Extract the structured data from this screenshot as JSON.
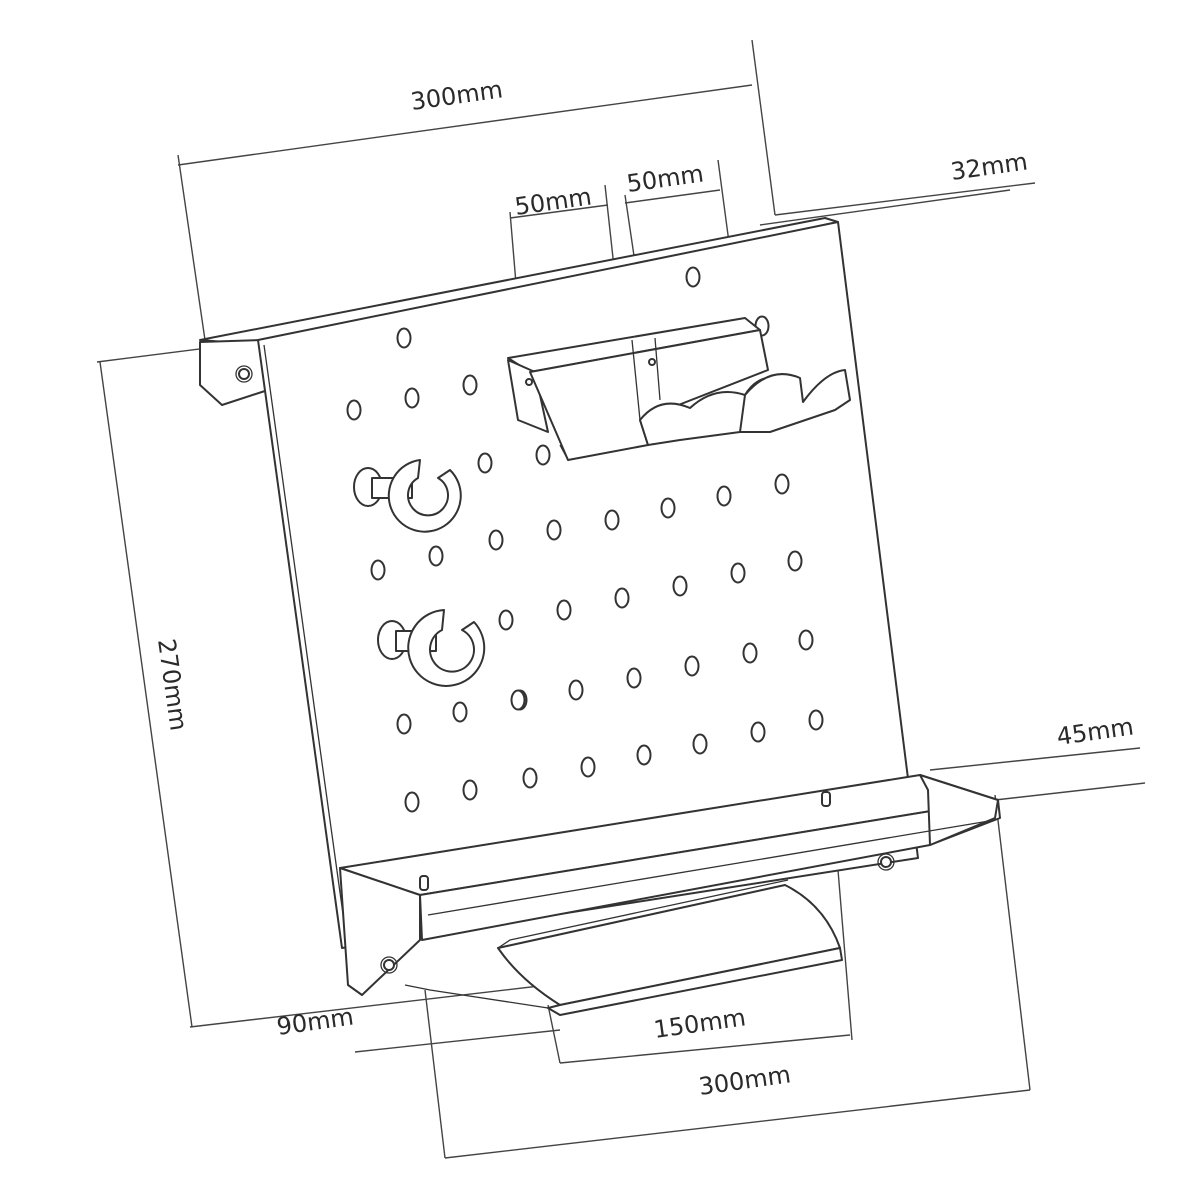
{
  "diagram": {
    "labels": {
      "top_width": "300mm",
      "slot_1": "50mm",
      "slot_2": "50mm",
      "top_depth": "32mm",
      "height": "270mm",
      "right_depth": "45mm",
      "base_depth": "90mm",
      "tray_width": "150mm",
      "base_width": "300mm"
    }
  }
}
